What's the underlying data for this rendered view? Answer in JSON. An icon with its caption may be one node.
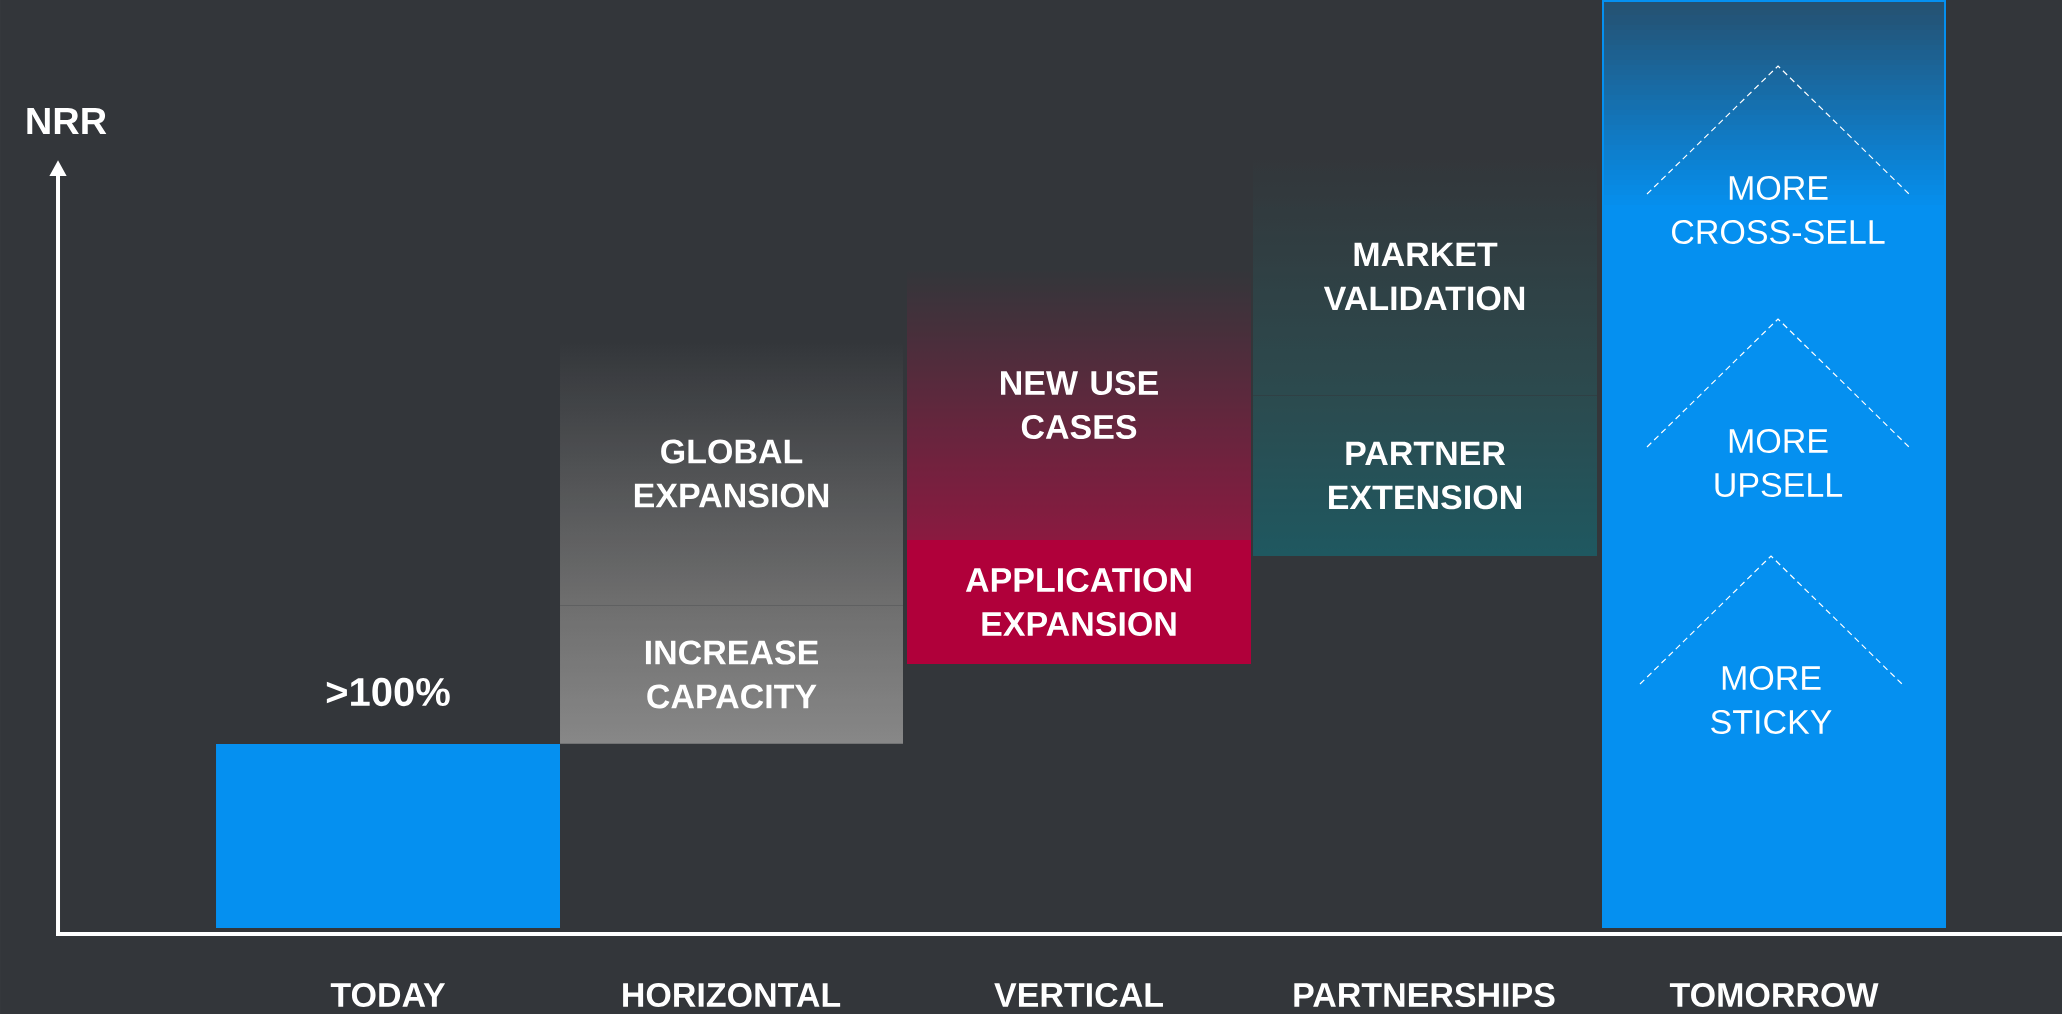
{
  "diagram": {
    "nodes": [
      {
        "text": [
          ">100%"
        ]
      },
      {
        "text": [
          "GLOBAL EXPANSION"
        ]
      },
      {
        "text": [
          "INCREASE CAPACITY"
        ]
      },
      {
        "text": [
          "NEW USE CASES"
        ]
      },
      {
        "text": [
          "APPLICATION EXPANSION"
        ]
      },
      {
        "text": [
          "MARKET VALIDATION"
        ]
      },
      {
        "text": [
          "PARTNER EXTENSION"
        ]
      },
      {
        "text": [],
        "shape": "bar"
      },
      {
        "text": [
          "MORE CROSS-SELL"
        ],
        "in": 7
      },
      {
        "text": [
          "MORE UPSELL"
        ],
        "in": 7
      },
      {
        "text": [
          "MORE STICKY"
        ],
        "in": 7
      }
    ],
    "labels": [
      "NRR",
      "TODAY",
      "HORIZONTAL",
      "VERTICAL",
      "PARTNERSHIPS",
      "TOMORROW"
    ]
  }
}
